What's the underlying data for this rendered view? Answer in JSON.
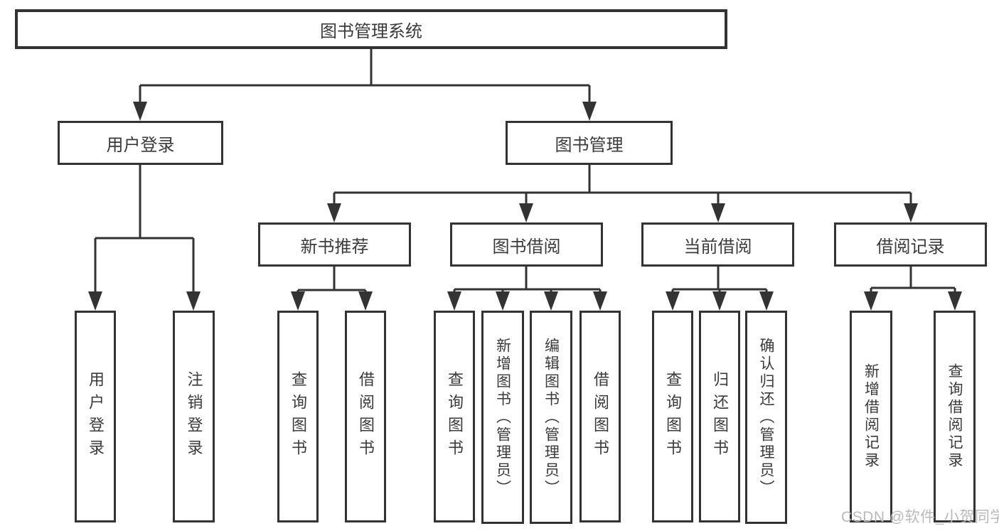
{
  "diagram": {
    "root": {
      "label": "图书管理系统"
    },
    "level2": [
      {
        "label": "用户登录"
      },
      {
        "label": "图书管理"
      }
    ],
    "level3": [
      {
        "label": "新书推荐"
      },
      {
        "label": "图书借阅"
      },
      {
        "label": "当前借阅"
      },
      {
        "label": "借阅记录"
      }
    ],
    "leaves": [
      {
        "label": "用户登录"
      },
      {
        "label": "注销登录"
      },
      {
        "label": "查询图书"
      },
      {
        "label": "借阅图书"
      },
      {
        "label": "查询图书"
      },
      {
        "label": "新增图书（管理员）"
      },
      {
        "label": "编辑图书（管理员）"
      },
      {
        "label": "借阅图书"
      },
      {
        "label": "查询图书"
      },
      {
        "label": "归还图书"
      },
      {
        "label": "确认归还（管理员）"
      },
      {
        "label": "新增借阅记录"
      },
      {
        "label": "查询借阅记录"
      }
    ]
  },
  "watermark": {
    "text": "CSDN @软件_小贺同学"
  },
  "colors": {
    "line": "#333333",
    "text": "#3a3a3a",
    "watermark": "#b9b9b9",
    "background": "#ffffff"
  }
}
